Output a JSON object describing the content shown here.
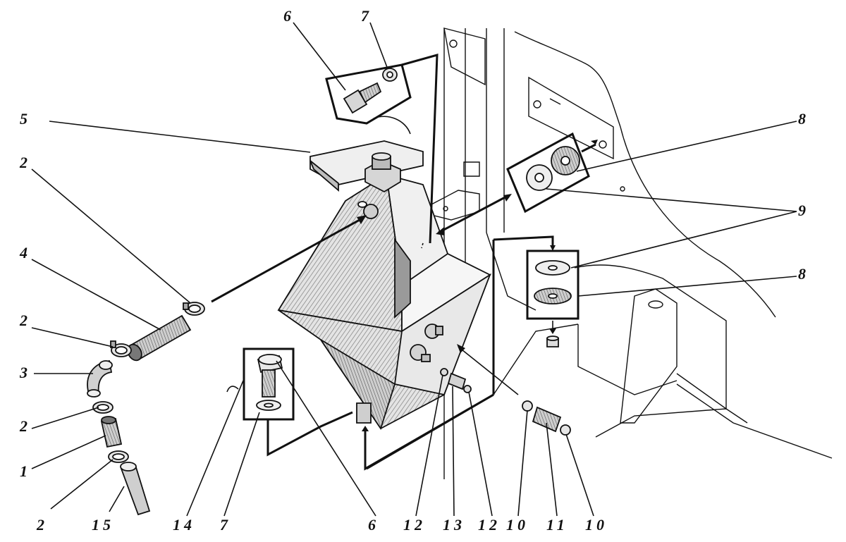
{
  "callouts": {
    "c1": "1",
    "c2a": "2",
    "c2b": "2",
    "c2c": "2",
    "c2d": "2",
    "c3": "3",
    "c4": "4",
    "c5": "5",
    "c6_top": "6",
    "c6_bottom": "6",
    "c7_top": "7",
    "c7_bottom": "7",
    "c8_top": "8",
    "c8_mid": "8",
    "c9": "9",
    "c10a": "10",
    "c10b": "10",
    "c11": "11",
    "c12a": "12",
    "c12b": "12",
    "c13": "13",
    "c14": "14",
    "c15": "15"
  },
  "colors": {
    "ink": "#111111",
    "background": "#ffffff",
    "metal": "#d6d6d6",
    "metal_dark": "#8a8a8a",
    "rubber": "#3a3a3a"
  }
}
